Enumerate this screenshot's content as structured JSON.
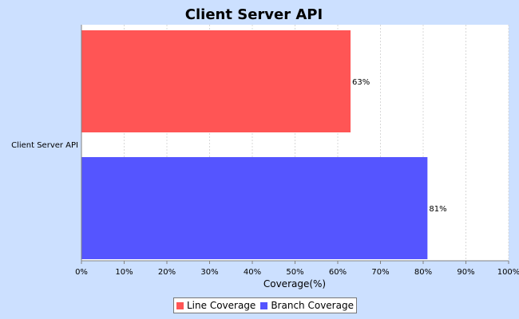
{
  "colors": {
    "background": "#cce0ff",
    "plot_background": "#ffffff",
    "gridline": "#cfcfcf",
    "axis": "#808080",
    "text": "#000000",
    "line_coverage": "#ff5555",
    "branch_coverage": "#5555ff"
  },
  "chart_data": {
    "type": "bar",
    "orientation": "horizontal",
    "title": "Client Server API",
    "xlabel": "Coverage(%)",
    "ylabel": "",
    "categories": [
      "Client Server API"
    ],
    "series": [
      {
        "name": "Line Coverage",
        "values": [
          63
        ],
        "labels": [
          "63%"
        ],
        "color": "#ff5555"
      },
      {
        "name": "Branch Coverage",
        "values": [
          81
        ],
        "labels": [
          "81%"
        ],
        "color": "#5555ff"
      }
    ],
    "xlim": [
      0,
      100
    ],
    "x_ticks": [
      0,
      10,
      20,
      30,
      40,
      50,
      60,
      70,
      80,
      90,
      100
    ],
    "x_tick_labels": [
      "0%",
      "10%",
      "20%",
      "30%",
      "40%",
      "50%",
      "60%",
      "70%",
      "80%",
      "90%",
      "100%"
    ],
    "grid": true,
    "legend_position": "bottom"
  }
}
